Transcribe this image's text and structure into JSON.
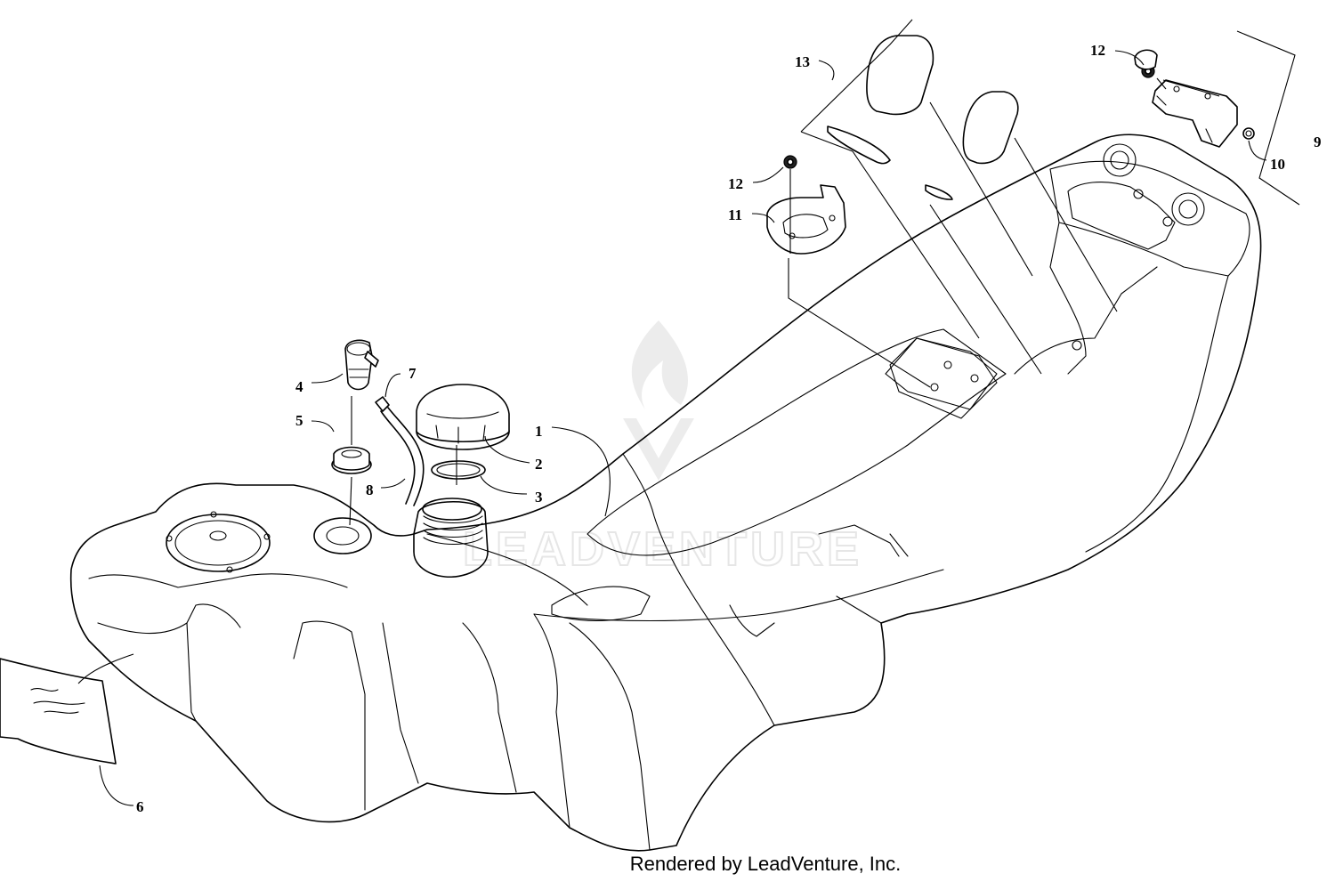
{
  "callouts": {
    "c1": "1",
    "c2": "2",
    "c3": "3",
    "c4": "4",
    "c5": "5",
    "c6": "6",
    "c7": "7",
    "c8": "8",
    "c9": "9",
    "c10": "10",
    "c11": "11",
    "c12a": "12",
    "c12b": "12",
    "c13": "13"
  },
  "watermark": {
    "text": "LEADVENTURE"
  },
  "footer": {
    "text": "Rendered by LeadVenture, Inc."
  }
}
